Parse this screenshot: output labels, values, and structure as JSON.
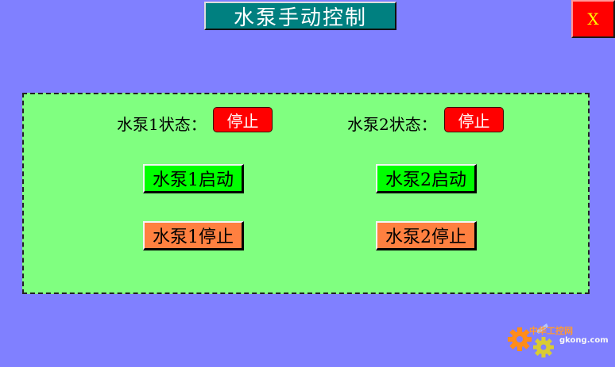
{
  "header": {
    "title": "水泵手动控制",
    "close_label": "X"
  },
  "pump1": {
    "status_label": "水泵1状态：",
    "status_value": "停止",
    "start_label": "水泵1启动",
    "stop_label": "水泵1停止"
  },
  "pump2": {
    "status_label": "水泵2状态：",
    "status_value": "停止",
    "start_label": "水泵2启动",
    "stop_label": "水泵2停止"
  },
  "watermark": {
    "site_name": "中华工控网",
    "url": "gkong.com",
    "icon": "gear-icon"
  },
  "colors": {
    "background": "#8080ff",
    "panel": "#80ff80",
    "title_bar": "#008080",
    "status_stopped": "#ff0000",
    "start_button": "#00ff00",
    "stop_button": "#ff8040",
    "close_button": "#ff0000"
  }
}
